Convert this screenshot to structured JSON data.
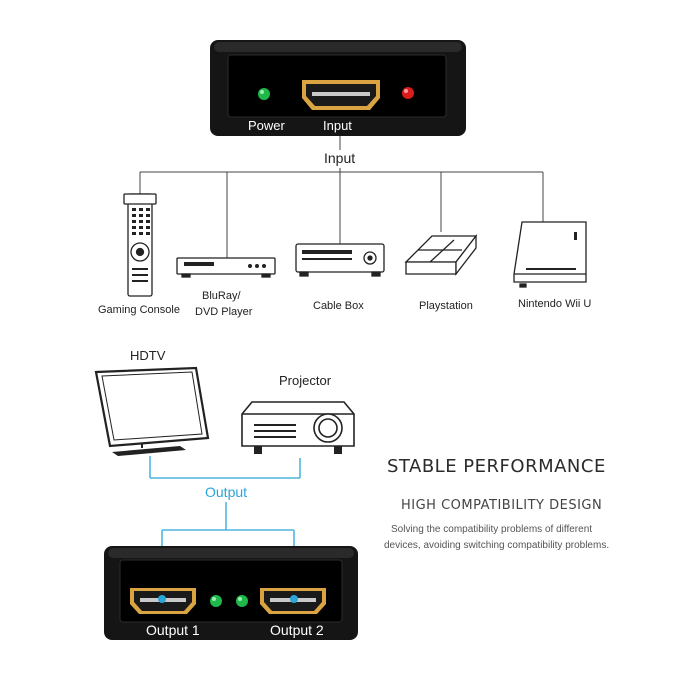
{
  "top_device": {
    "power_label": "Power",
    "input_label": "Input",
    "power_led_color": "#1fb84a",
    "status_led_color": "#d91c1c"
  },
  "input_tree": {
    "label": "Input",
    "sources": [
      "Gaming Console",
      "BluRay/",
      "DVD Player",
      "Cable Box",
      "Playstation",
      "Nintendo Wii U"
    ]
  },
  "displays": {
    "hdtv_label": "HDTV",
    "projector_label": "Projector"
  },
  "output_tree": {
    "label": "Output",
    "accent_color": "#2aa7d8"
  },
  "bottom_device": {
    "output1_label": "Output 1",
    "output2_label": "Output 2",
    "led_color": "#1fb84a"
  },
  "copy": {
    "headline": "STABLE PERFORMANCE",
    "subheadline": "HIGH COMPATIBILITY DESIGN",
    "body_line1": "Solving the compatibility problems of different",
    "body_line2": "devices, avoiding switching compatibility problems."
  }
}
